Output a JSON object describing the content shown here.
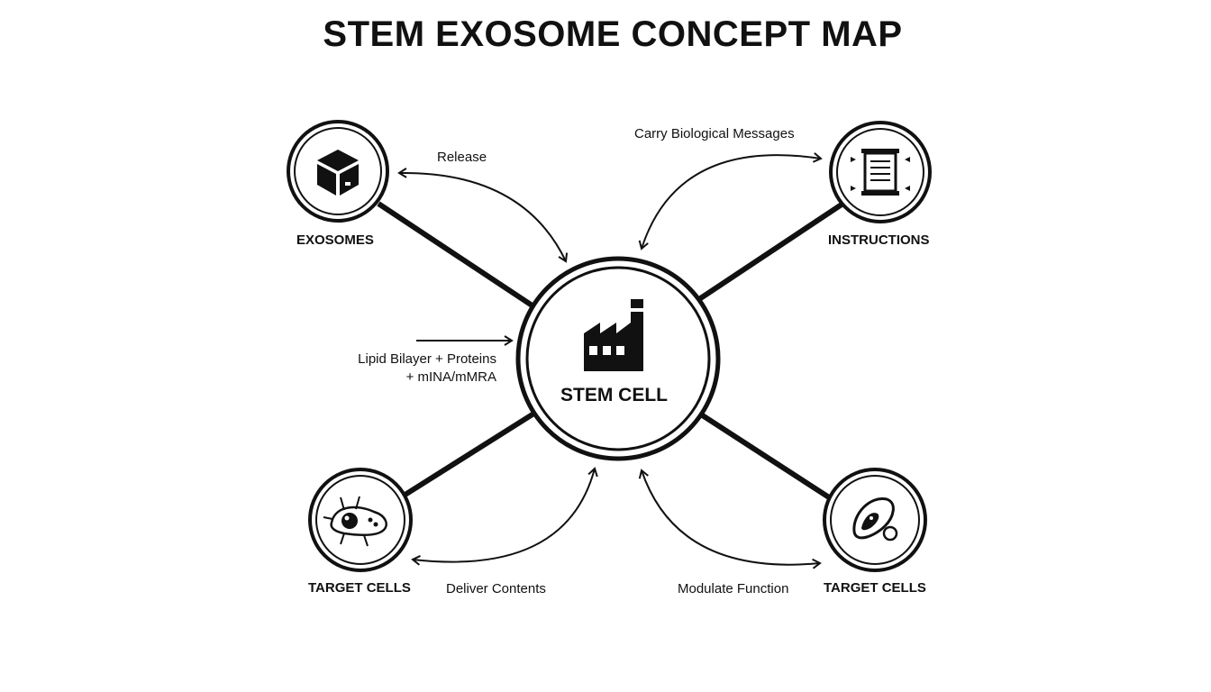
{
  "title": "STEM EXOSOME CONCEPT MAP",
  "center": {
    "label": "STEM CELL",
    "icon": "factory-icon"
  },
  "nodes": [
    {
      "id": "exosomes",
      "label": "EXOSOMES",
      "icon": "cube-icon"
    },
    {
      "id": "instructions",
      "label": "INSTRUCTIONS",
      "icon": "scroll-document-icon"
    },
    {
      "id": "target-cells-left",
      "label": "TARGET CELLS",
      "icon": "cell-icon"
    },
    {
      "id": "target-cells-right",
      "label": "TARGET CELLS",
      "icon": "cell-organelle-icon"
    }
  ],
  "edges": [
    {
      "from": "stem-cell",
      "to": "exosomes",
      "label": "Release"
    },
    {
      "from": "stem-cell",
      "to": "instructions",
      "label": "Carry Biological Messages"
    },
    {
      "from": "stem-cell",
      "to": "target-cells-left",
      "label": "Deliver Contents"
    },
    {
      "from": "stem-cell",
      "to": "target-cells-right",
      "label": "Modulate Function"
    }
  ],
  "input": {
    "line1": "Lipid Bilayer + Proteins",
    "line2": "+ mINA/mMRA"
  },
  "colors": {
    "ink": "#111111",
    "background": "#ffffff"
  }
}
